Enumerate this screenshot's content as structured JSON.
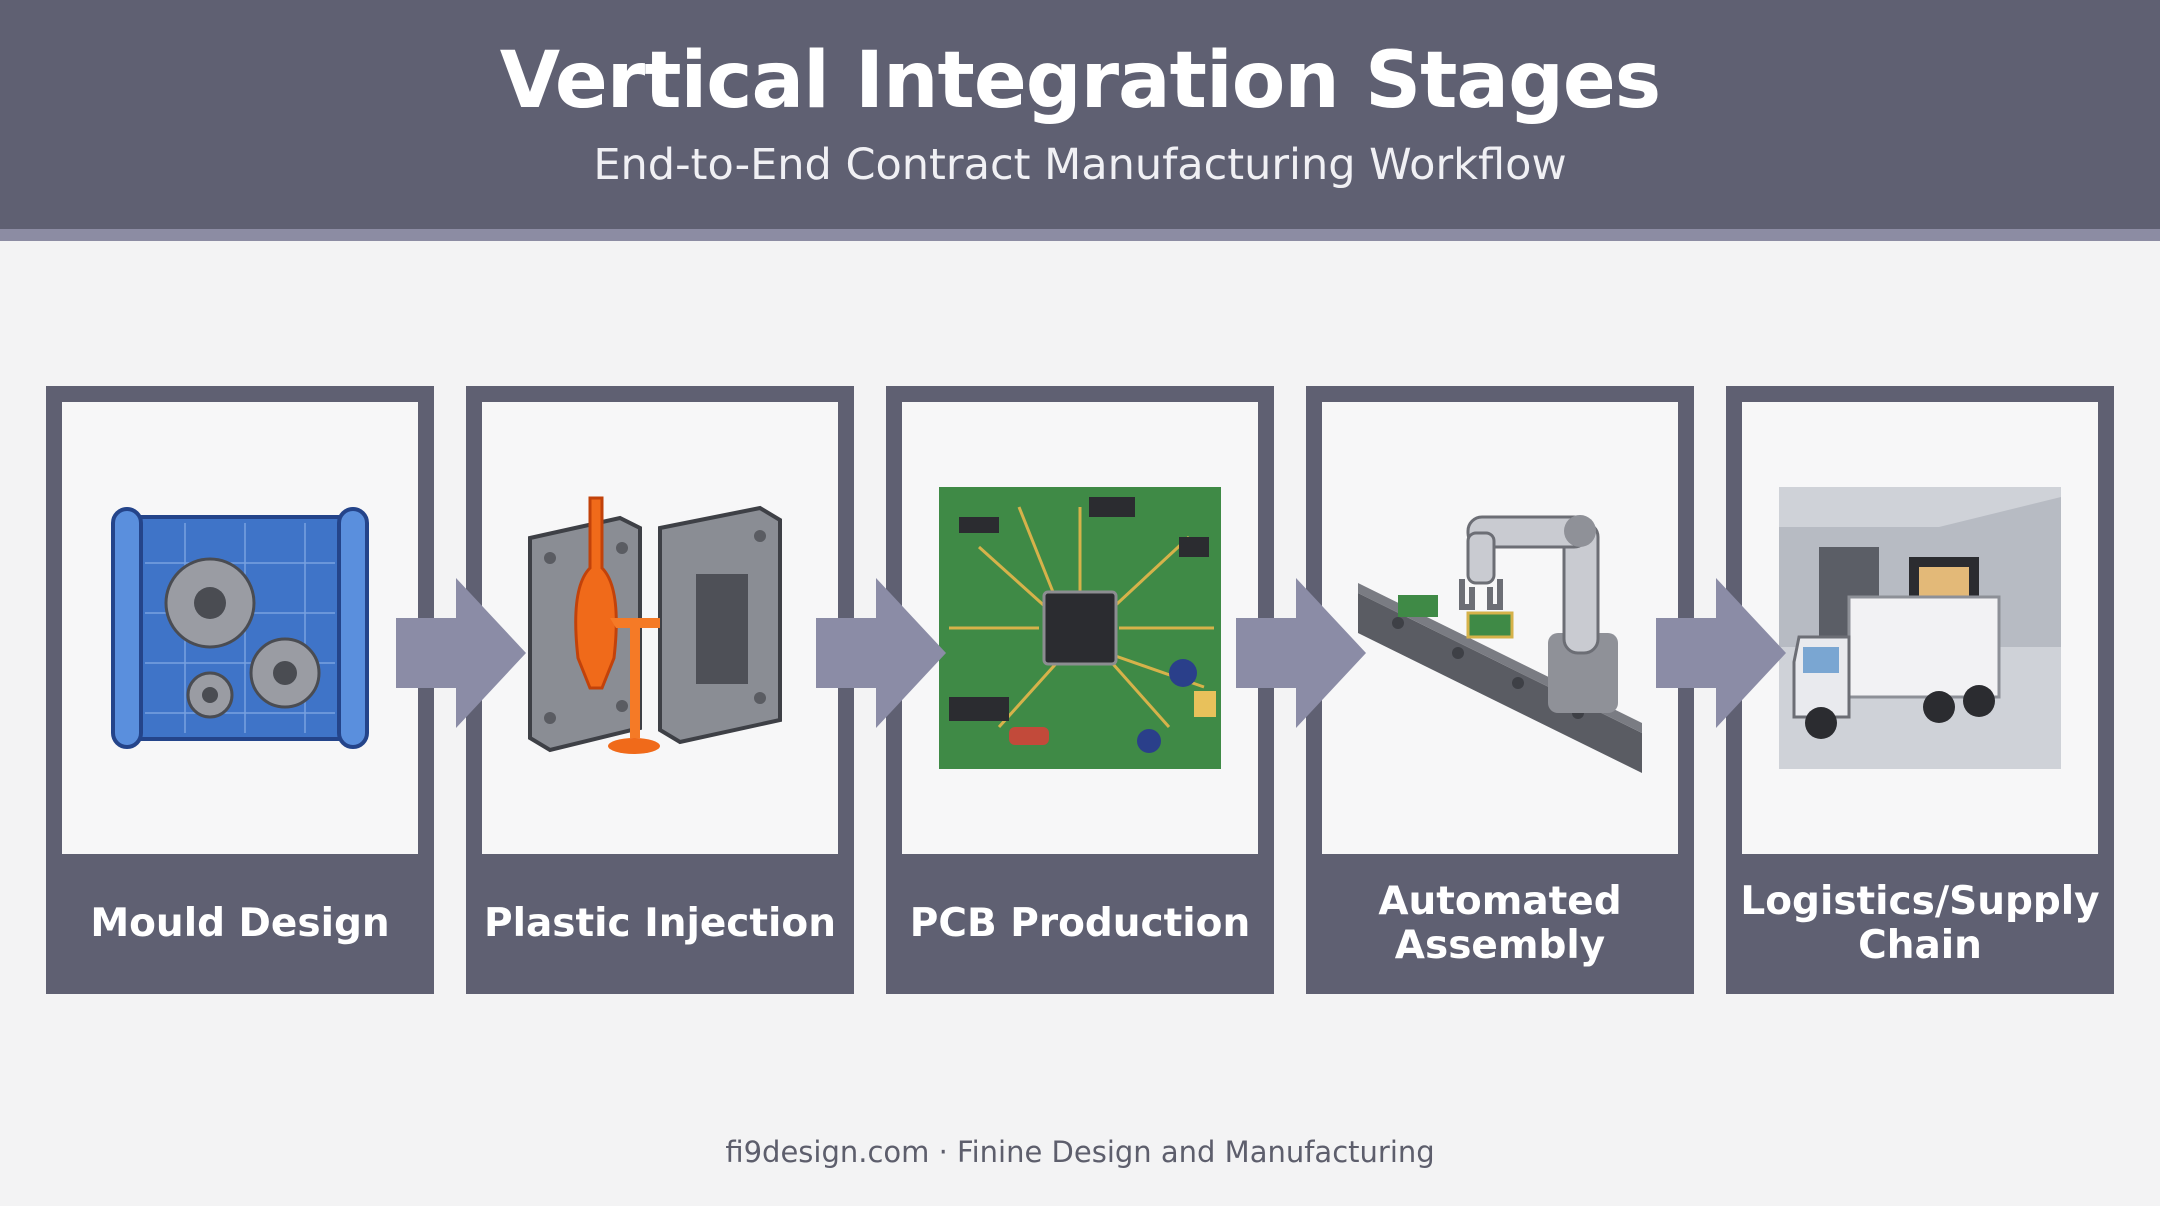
{
  "header": {
    "title": "Vertical Integration Stages",
    "subtitle": "End-to-End Contract Manufacturing Workflow"
  },
  "stages": [
    {
      "label": "Mould Design",
      "icon": "blueprint-gears-icon"
    },
    {
      "label": "Plastic Injection",
      "icon": "injection-mould-icon"
    },
    {
      "label": "PCB Production",
      "icon": "circuit-board-icon"
    },
    {
      "label": "Automated Assembly",
      "icon": "robot-arm-conveyor-icon"
    },
    {
      "label": "Logistics/Supply Chain",
      "icon": "truck-warehouse-icon"
    }
  ],
  "footer": {
    "text": "fi9design.com · Finine Design and Manufacturing"
  },
  "colors": {
    "header_bg": "#5f6072",
    "header_rule": "#8c8ca3",
    "panel_bg": "#5f6072",
    "arrow": "#8b8ca6",
    "page_bg": "#f3f3f4"
  }
}
